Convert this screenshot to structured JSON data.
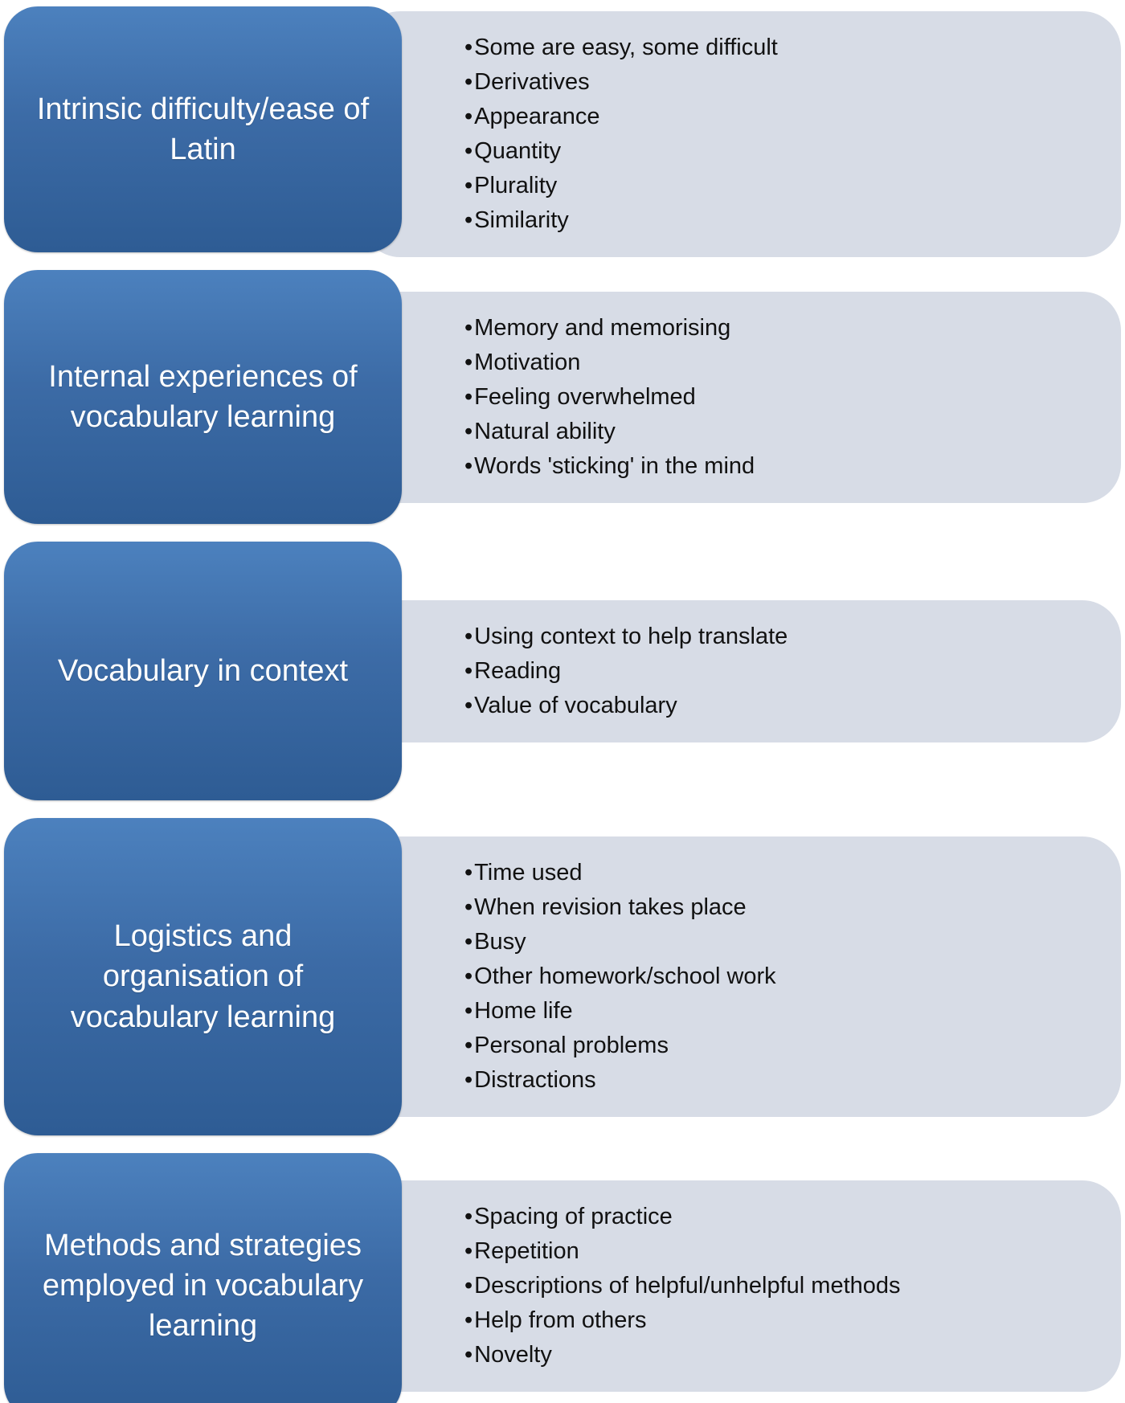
{
  "rows": [
    {
      "label": "Intrinsic difficulty/ease of Latin",
      "bullets": [
        "Some are easy, some difficult",
        "Derivatives",
        "Appearance",
        "Quantity",
        "Plurality",
        "Similarity"
      ]
    },
    {
      "label": "Internal experiences of vocabulary learning",
      "bullets": [
        "Memory and memorising",
        "Motivation",
        "Feeling overwhelmed",
        "Natural ability",
        "Words 'sticking' in the mind"
      ]
    },
    {
      "label": "Vocabulary in context",
      "bullets": [
        "Using context to help translate",
        "Reading",
        "Value of vocabulary"
      ]
    },
    {
      "label": "Logistics and organisation of vocabulary learning",
      "bullets": [
        "Time used",
        "When revision takes place",
        "Busy",
        "Other homework/school work",
        "Home life",
        "Personal problems",
        "Distractions"
      ]
    },
    {
      "label": "Methods and strategies employed in vocabulary learning",
      "bullets": [
        "Spacing of practice",
        "Repetition",
        "Descriptions of helpful/unhelpful methods",
        "Help from others",
        "Novelty"
      ]
    }
  ],
  "colors": {
    "category_gradient_top": "#4c81be",
    "category_gradient_bottom": "#2e5c94",
    "panel_background": "#d7dce6",
    "category_text": "#ffffff",
    "bullet_text": "#111111"
  }
}
